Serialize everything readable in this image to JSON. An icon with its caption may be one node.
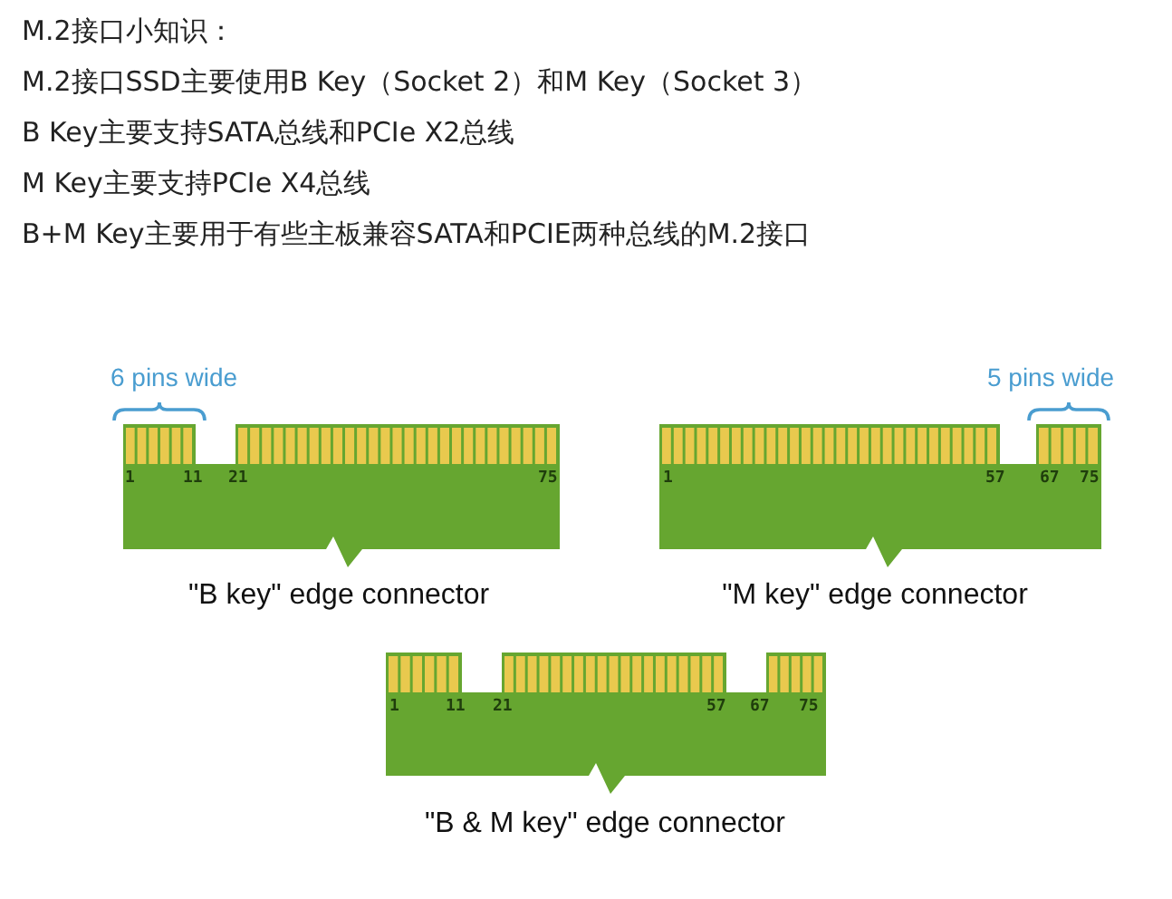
{
  "diagram": {
    "title": "M.2接口小知识：",
    "labels": [
      "M.2接口SSD主要使用B Key（Socket 2）和M Key（Socket 3）",
      "B Key主要支持SATA总线和PCIe X2总线",
      "M Key主要支持PCIe X4总线",
      "B+M Key主要用于有些主板兼容SATA和PCIE两种总线的M.2接口",
      "6 pins wide",
      "5 pins wide",
      "1",
      "11",
      "21",
      "75",
      "1",
      "57",
      "67",
      "75",
      "\"B key\" edge connector",
      "\"M key\" edge connector",
      "1",
      "11",
      "21",
      "57",
      "67",
      "75",
      "\"B & M key\" edge connector"
    ]
  }
}
